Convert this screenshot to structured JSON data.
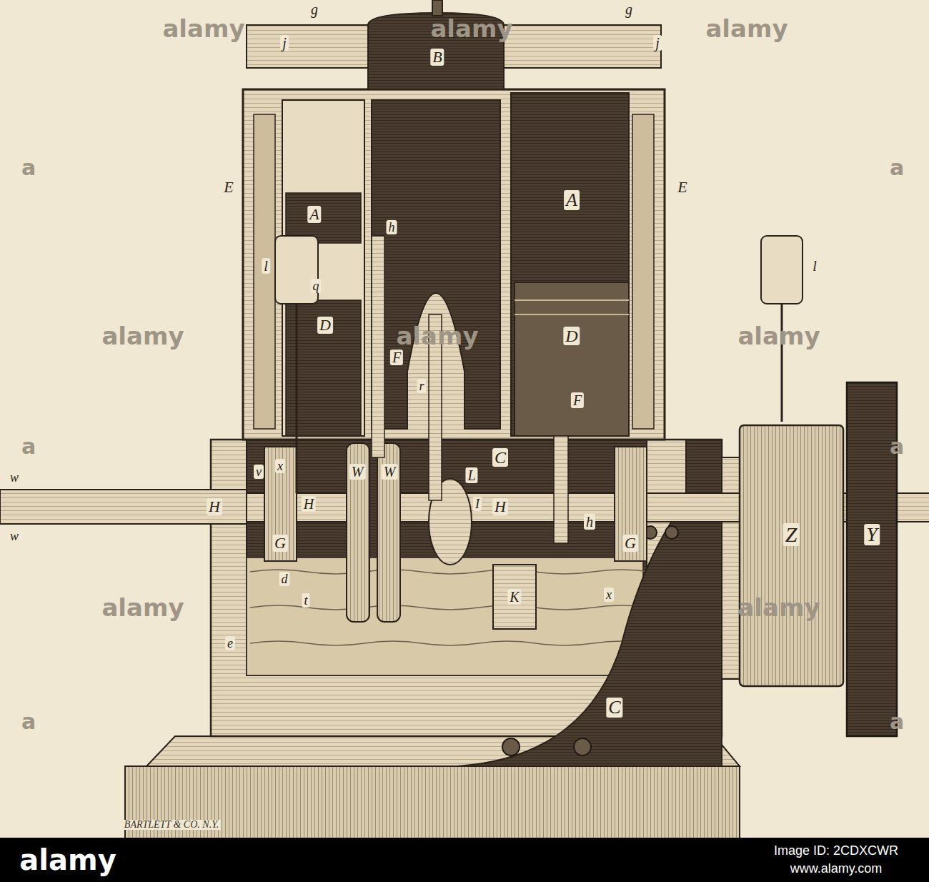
{
  "diagram": {
    "labels": [
      "alamy",
      "alamy",
      "alamy",
      "g",
      "g",
      "j",
      "B",
      "j",
      "a",
      "a",
      "E",
      "E",
      "A",
      "h",
      "A",
      "l",
      "l",
      "alamy",
      "alamy",
      "alamy",
      "q",
      "D",
      "D",
      "F",
      "r",
      "F",
      "a",
      "a",
      "C",
      "L",
      "x",
      "H",
      "W",
      "W",
      "I",
      "v",
      "h",
      "w",
      "H",
      "G",
      "H",
      "G",
      "Z",
      "Y",
      "w",
      "d",
      "t",
      "K",
      "x",
      "alamy",
      "alamy",
      "e",
      "a",
      "a",
      "C",
      "BARTLETT & CO. N.Y.",
      "alamy",
      "Image ID: 2CDXCWR",
      "www.alamy.com"
    ]
  }
}
